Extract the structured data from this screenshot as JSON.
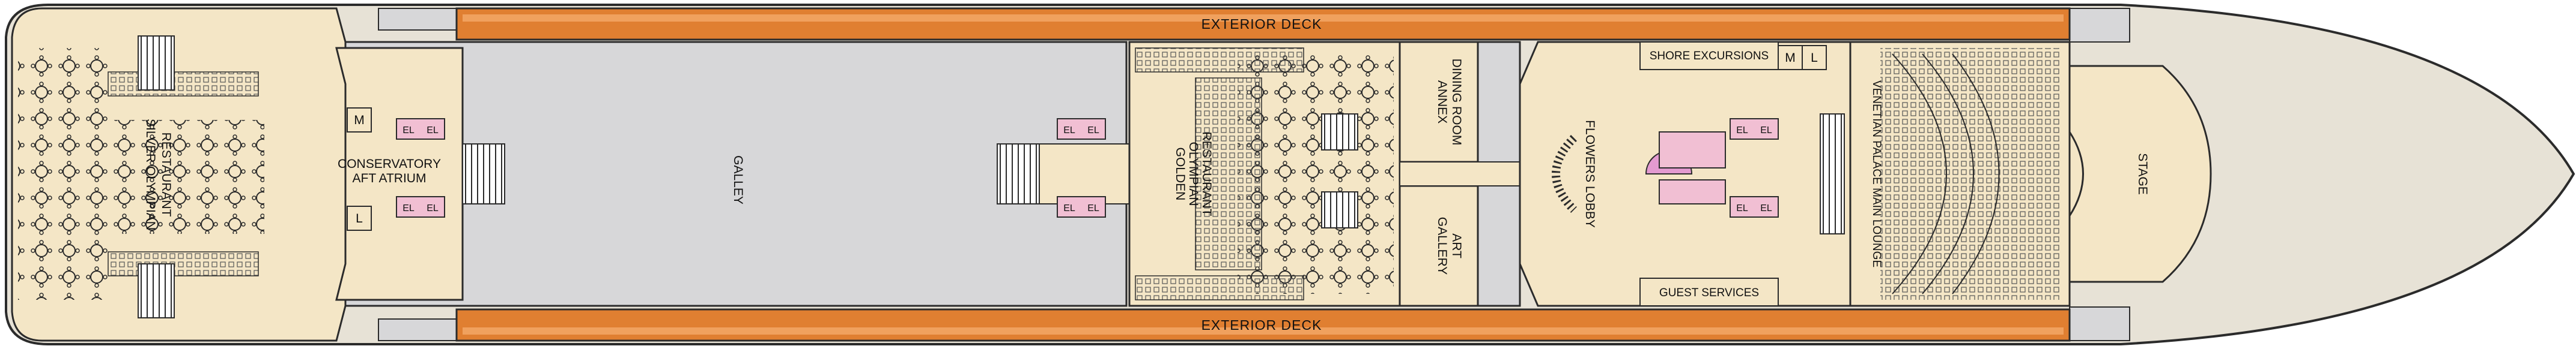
{
  "labels": {
    "exterior_deck_top": "EXTERIOR DECK",
    "exterior_deck_bottom": "EXTERIOR DECK",
    "galley": "GALLEY",
    "conservatory": "CONSERVATORY",
    "aft_atrium": "AFT ATRIUM",
    "silver_olympian_1": "SILVER OLYMPIAN",
    "silver_olympian_2": "RESTAURANT",
    "golden_olympian_1": "GOLDEN",
    "golden_olympian_2": "OLYMPIAN",
    "golden_olympian_3": "RESTAURANT",
    "dining_room_annex_1": "DINING ROOM",
    "dining_room_annex_2": "ANNEX",
    "art_gallery_1": "ART",
    "art_gallery_2": "GALLERY",
    "flowers_lobby": "FLOWERS LOBBY",
    "shore_excursions": "SHORE EXCURSIONS",
    "guest_services": "GUEST SERVICES",
    "veneetian_palace": "VENETIAN PALACE MAIN LOUNGE",
    "stage": "STAGE",
    "restroom_m_aft": "M",
    "restroom_l_aft": "L",
    "restroom_m_fwd": "M",
    "restroom_l_fwd": "L",
    "elevator": "EL"
  },
  "colors": {
    "hull": "#e7e2d6",
    "outline": "#2b2b2b",
    "public_space": "#f4e6c6",
    "crew_area": "#d7d7d9",
    "exterior_deck": "#e07f31",
    "elevator": "#f1bfd3",
    "stage_dome": "#e39ad0"
  }
}
